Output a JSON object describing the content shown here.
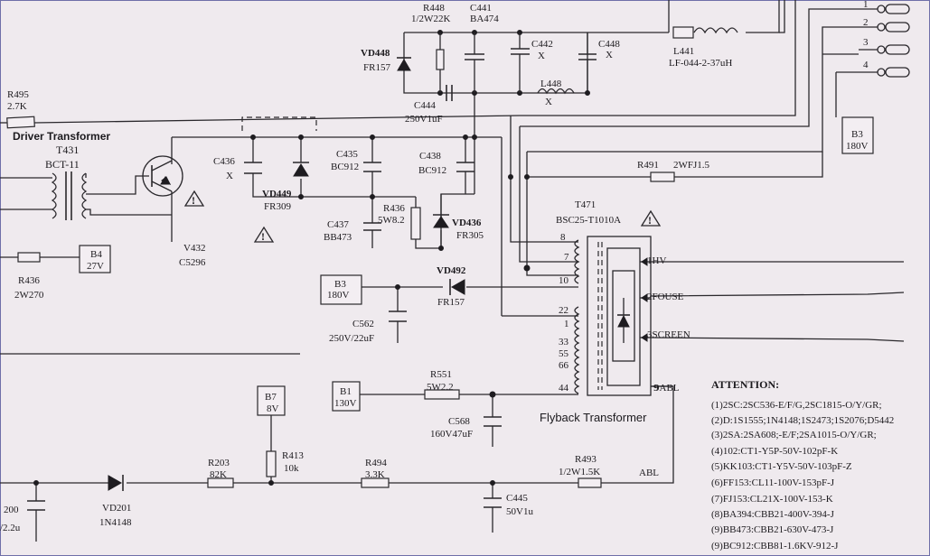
{
  "diagram": {
    "title": "Flyback / Driver transformer circuit",
    "colors": {
      "ink": "#1c1a1e",
      "paper": "#efeaee",
      "frame": "#6f6fa8"
    },
    "components": {
      "r448": [
        "R448",
        "1/2W22K"
      ],
      "c441": [
        "C441",
        "BA474"
      ],
      "l441": [
        "L441",
        "LF-044-2-37uH"
      ],
      "vd448": [
        "VD448",
        "FR157"
      ],
      "c442": [
        "C442",
        "X"
      ],
      "c448": [
        "C448",
        "X"
      ],
      "c444": [
        "C444",
        "250V1uF"
      ],
      "l448": [
        "L448",
        "X"
      ],
      "r495": [
        "R495",
        "2.7K"
      ],
      "driver": [
        "Driver Transformer",
        "T431",
        "BCT-11"
      ],
      "c436": [
        "C436",
        "X"
      ],
      "vd449": [
        "VD449",
        "FR309"
      ],
      "c435": [
        "C435",
        "BC912"
      ],
      "c438": [
        "C438",
        "BC912"
      ],
      "r436a": [
        "R436",
        "5W8.2"
      ],
      "c437": [
        "C437",
        "BB473"
      ],
      "vd436": [
        "VD436",
        "FR305"
      ],
      "v432": [
        "V432",
        "C5296"
      ],
      "r436b": [
        "R436",
        "2W270"
      ],
      "b4": [
        "B4",
        "27V"
      ],
      "b3a": [
        "B3",
        "180V"
      ],
      "b3b": [
        "B3",
        "180V"
      ],
      "vd492": [
        "VD492",
        "FR157"
      ],
      "c562": [
        "C562",
        "250V/22uF"
      ],
      "r491": [
        "R491",
        "2WFJ1.5"
      ],
      "t471": [
        "T471",
        "BSC25-T1010A"
      ],
      "b1": [
        "B1",
        "130V"
      ],
      "r551": [
        "R551",
        "5W2.2"
      ],
      "c568": [
        "C568",
        "160V47uF"
      ],
      "b7": [
        "B7",
        "8V"
      ],
      "r413": [
        "R413",
        "10k"
      ],
      "r203": [
        "R203",
        "82K"
      ],
      "r494": [
        "R494",
        "3.3K"
      ],
      "r493": [
        "R493",
        "1/2W1.5K"
      ],
      "vd201": [
        "VD201",
        "1N4148"
      ],
      "c445": [
        "C445",
        "50V1u"
      ],
      "partial": [
        "200",
        "/2.2u"
      ],
      "flyback_label": "Flyback Transformer",
      "abl_out": "ABL"
    },
    "pins": [
      "8",
      "7",
      "10",
      "22",
      "1",
      "33",
      "55",
      "66",
      "44",
      "9"
    ],
    "outputs": [
      "1HV",
      "2FOUSE",
      "3SCREEN",
      "9ABL"
    ],
    "connector_pins": [
      "1",
      "2",
      "3",
      "4"
    ],
    "attention": {
      "heading": "ATTENTION:",
      "items": [
        "(1)2SC:2SC536-E/F/G,2SC1815-O/Y/GR;",
        "(2)D:1S1555;1N4148;1S2473;1S2076;D5442",
        "(3)2SA:2SA608;-E/F;2SA1015-O/Y/GR;",
        "(4)102:CT1-Y5P-50V-102pF-K",
        "(5)KK103:CT1-Y5V-50V-103pF-Z",
        "(6)FF153:CL11-100V-153pF-J",
        "(7)FJ153:CL21X-100V-153-K",
        "(8)BA394:CBB21-400V-394-J",
        "(9)BB473:CBB21-630V-473-J",
        "(9)BC912:CBB81-1.6KV-912-J"
      ]
    }
  }
}
